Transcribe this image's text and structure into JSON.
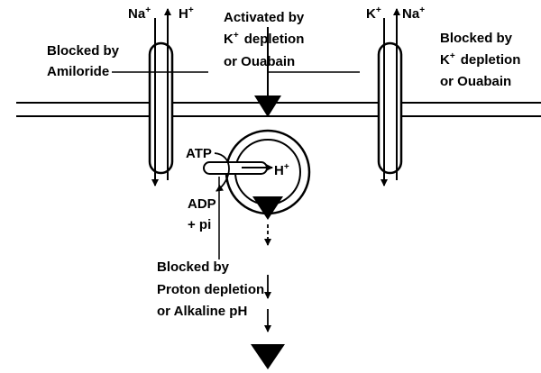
{
  "left_exchanger": {
    "ion_na": "Na",
    "ion_na_charge": "+",
    "ion_h": "H",
    "ion_h_charge": "+",
    "blocked_line1": "Blocked by",
    "blocked_line2": "Amiloride"
  },
  "center_pump": {
    "activated_line1": "Activated by",
    "activated_line2_ion": "K",
    "activated_line2_charge": "+",
    "activated_line2_rest": "depletion",
    "activated_line3": "or Ouabain",
    "atp": "ATP",
    "adp": "ADP",
    "pi": "+ pi",
    "proton": "H",
    "proton_charge": "+",
    "blocked_line1": "Blocked by",
    "blocked_line2": "Proton depletion",
    "blocked_line3": "or Alkaline pH"
  },
  "right_pump": {
    "ion_k": "K",
    "ion_k_charge": "+",
    "ion_na": "Na",
    "ion_na_charge": "+",
    "blocked_line1": "Blocked by",
    "blocked_line2_ion": "K",
    "blocked_line2_charge": "+",
    "blocked_line2_rest": "depletion",
    "blocked_line3": "or Ouabain"
  }
}
